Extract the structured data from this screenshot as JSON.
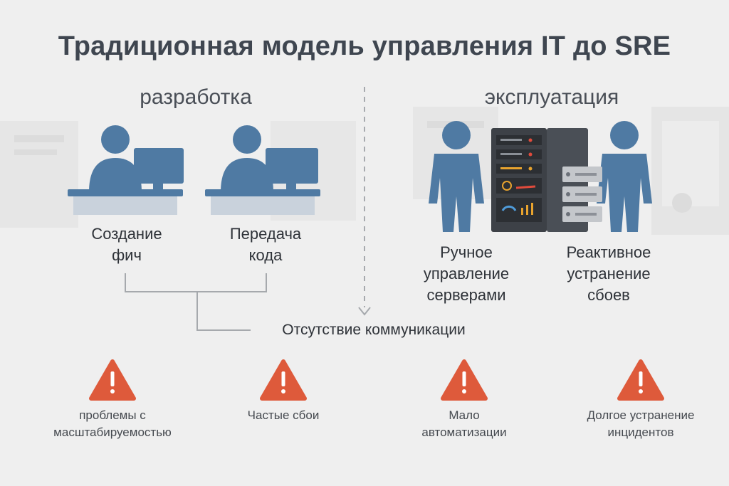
{
  "title": "Традиционная модель управления IT до SRE",
  "development": {
    "heading": "разработка",
    "roles": [
      {
        "line1": "Создание",
        "line2": "фич"
      },
      {
        "line1": "Передача",
        "line2": "кода"
      }
    ]
  },
  "operations": {
    "heading": "эксплуатация",
    "roles": [
      {
        "line1": "Ручное",
        "line2": "управление",
        "line3": "серверами"
      },
      {
        "line1": "Реактивное",
        "line2": "устранение",
        "line3": "сбоев"
      }
    ]
  },
  "center_note": "Отсутствие коммуникации",
  "problems": [
    {
      "line1": "проблемы с",
      "line2": "масштабируемостью"
    },
    {
      "line1": "Частые сбои",
      "line2": ""
    },
    {
      "line1": "Мало",
      "line2": "автоматизации"
    },
    {
      "line1": "Долгое устранение",
      "line2": "инцидентов"
    }
  ],
  "colors": {
    "person": "#4f7aa3",
    "warning": "#de5a3b",
    "server": "#3d4147",
    "connector": "#a6a9ad"
  }
}
